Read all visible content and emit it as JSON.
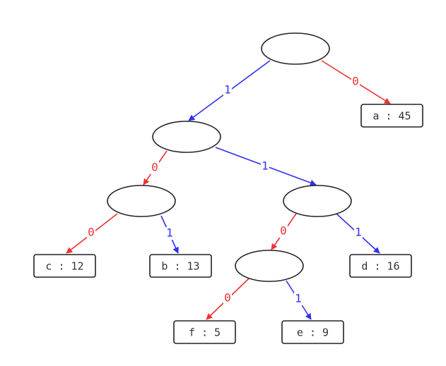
{
  "colors": {
    "zero_edge": "#f03030",
    "one_edge": "#3030f0"
  },
  "edges": [
    {
      "label": "0",
      "bit": 0
    },
    {
      "label": "1",
      "bit": 1
    },
    {
      "label": "0",
      "bit": 0
    },
    {
      "label": "1",
      "bit": 1
    },
    {
      "label": "0",
      "bit": 0
    },
    {
      "label": "1",
      "bit": 1
    },
    {
      "label": "0",
      "bit": 0
    },
    {
      "label": "1",
      "bit": 1
    },
    {
      "label": "0",
      "bit": 0
    },
    {
      "label": "1",
      "bit": 1
    }
  ],
  "leaves": [
    {
      "text": "a : 45"
    },
    {
      "text": "c : 12"
    },
    {
      "text": "b : 13"
    },
    {
      "text": "d : 16"
    },
    {
      "text": "f : 5"
    },
    {
      "text": "e : 9"
    }
  ]
}
